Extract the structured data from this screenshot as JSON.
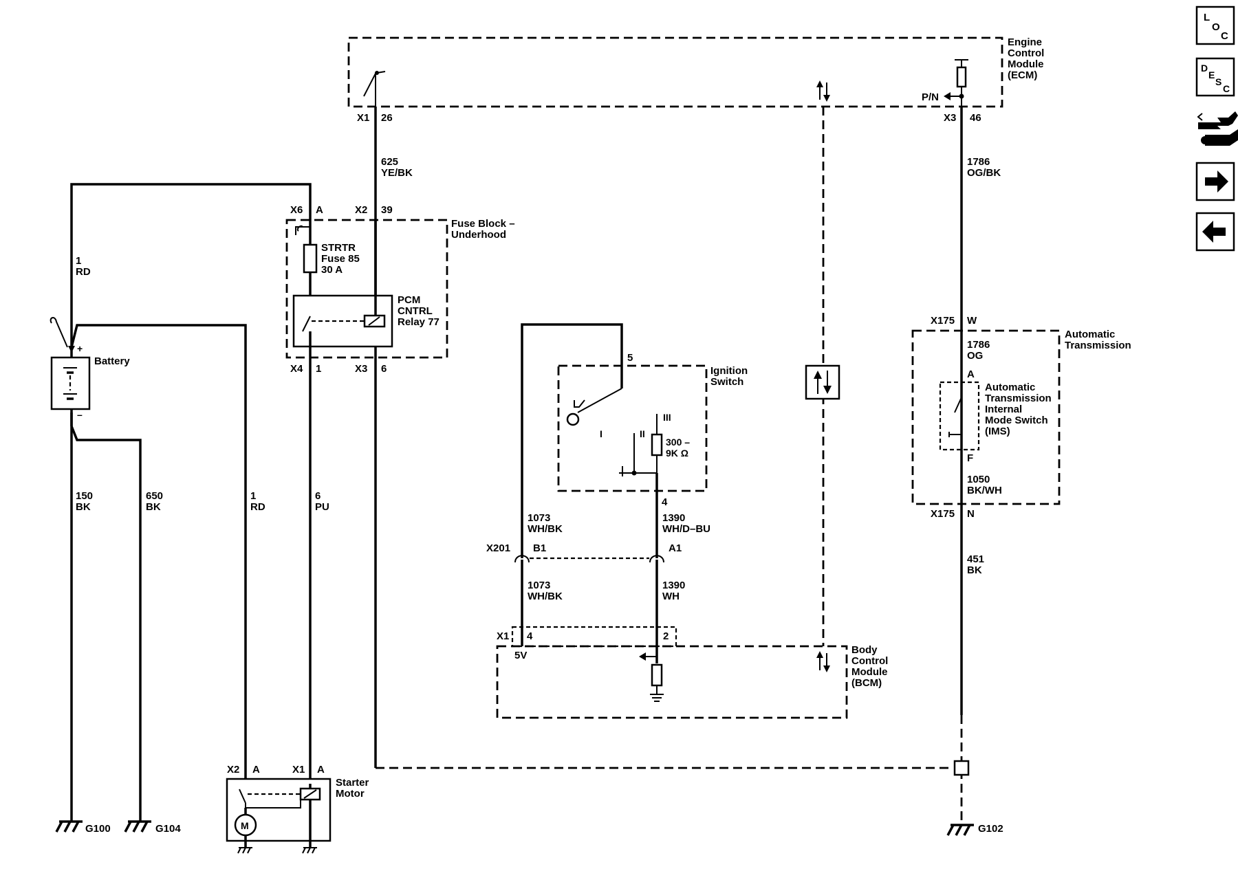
{
  "nav": {
    "loc": [
      "L",
      "O",
      "C"
    ],
    "desc": [
      "D",
      "E",
      "S",
      "C"
    ]
  },
  "ecm": {
    "label": [
      "Engine",
      "Control",
      "Module",
      "(ECM)"
    ],
    "pn": "P/N",
    "x1": "X1",
    "x1_pin": "26",
    "x3": "X3",
    "x3_pin": "46"
  },
  "wires": {
    "w625": [
      "625",
      "YE/BK"
    ],
    "w1786_top": [
      "1786",
      "OG/BK"
    ],
    "w1_left": [
      "1",
      "RD"
    ],
    "w150": [
      "150",
      "BK"
    ],
    "w650": [
      "650",
      "BK"
    ],
    "w1_mid": [
      "1",
      "RD"
    ],
    "w6": [
      "6",
      "PU"
    ],
    "w1073_a": [
      "1073",
      "WH/BK"
    ],
    "w1073_b": [
      "1073",
      "WH/BK"
    ],
    "w1390_a": [
      "1390",
      "WH/D–BU"
    ],
    "w1390_b": [
      "1390",
      "WH"
    ],
    "w1786_og": [
      "1786",
      "OG"
    ],
    "w1050": [
      "1050",
      "BK/WH"
    ],
    "w451": [
      "451",
      "BK"
    ]
  },
  "fuse_block": {
    "label": [
      "Fuse Block –",
      "Underhood"
    ],
    "x6": "X6",
    "x6_pin": "A",
    "x2": "X2",
    "x2_pin": "39",
    "x4": "X4",
    "x4_pin": "1",
    "x3": "X3",
    "x3_pin": "6",
    "fuse": [
      "STRTR",
      "Fuse 85",
      "30 A"
    ],
    "relay": [
      "PCM",
      "CNTRL",
      "Relay 77"
    ]
  },
  "battery": {
    "label": "Battery",
    "plus": "+",
    "minus": "–"
  },
  "ignition": {
    "label": [
      "Ignition",
      "Switch"
    ],
    "pin5": "5",
    "pin4": "4",
    "pos1": "I",
    "pos2": "II",
    "pos3": "III",
    "resistor": [
      "300 –",
      "9K Ω"
    ]
  },
  "x201": {
    "label": "X201",
    "b1": "B1",
    "a1": "A1"
  },
  "bcm": {
    "label": [
      "Body",
      "Control",
      "Module",
      "(BCM)"
    ],
    "x1": "X1",
    "pin4": "4",
    "pin2": "2",
    "v5": "5V"
  },
  "trans": {
    "label": [
      "Automatic",
      "Transmission"
    ],
    "x175_top": "X175",
    "pin_w": "W",
    "pin_a": "A",
    "pin_f": "F",
    "x175_bot": "X175",
    "pin_n": "N",
    "ims": [
      "Automatic",
      "Transmission",
      "Internal",
      "Mode Switch",
      "(IMS)"
    ]
  },
  "starter": {
    "label": [
      "Starter",
      "Motor"
    ],
    "x2": "X2",
    "x2_pin": "A",
    "x1": "X1",
    "x1_pin": "A",
    "motor": "M"
  },
  "grounds": {
    "g100": "G100",
    "g104": "G104",
    "g102": "G102"
  }
}
